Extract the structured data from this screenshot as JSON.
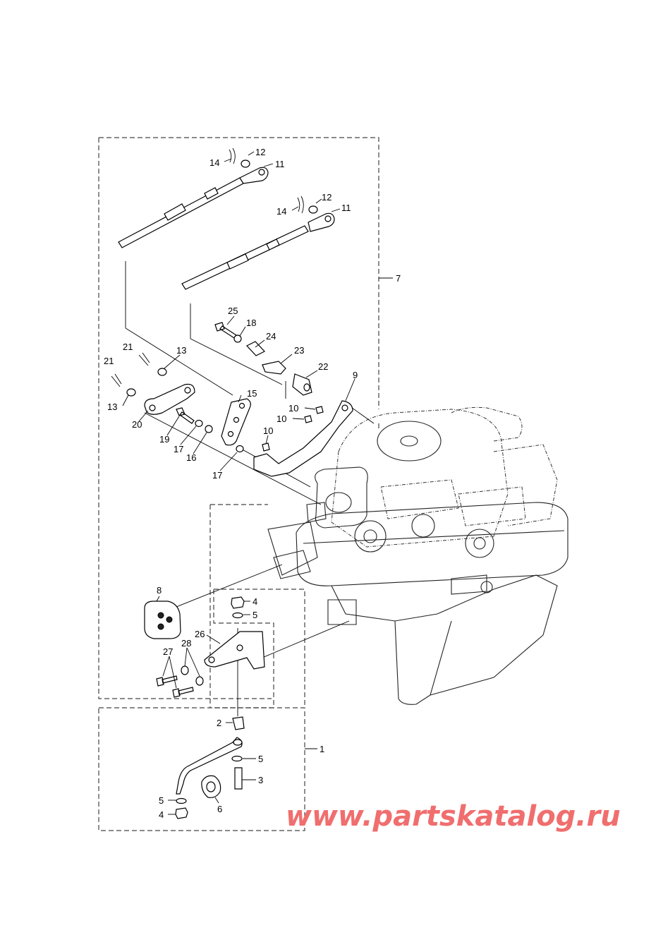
{
  "watermark": "www.partskatalog.ru",
  "watermark_color": "#f06e6e",
  "callouts": {
    "c1": "1",
    "c2": "2",
    "c3": "3",
    "c4a": "4",
    "c4b": "4",
    "c5a": "5",
    "c5b": "5",
    "c5c": "5",
    "c6": "6",
    "c7": "7",
    "c8": "8",
    "c9": "9",
    "c10a": "10",
    "c10b": "10",
    "c10c": "10",
    "c11a": "11",
    "c11b": "11",
    "c12a": "12",
    "c12b": "12",
    "c13a": "13",
    "c13b": "13",
    "c14a": "14",
    "c14b": "14",
    "c15": "15",
    "c16": "16",
    "c17a": "17",
    "c17b": "17",
    "c18": "18",
    "c19": "19",
    "c20": "20",
    "c21a": "21",
    "c21b": "21",
    "c22": "22",
    "c23": "23",
    "c24": "24",
    "c25": "25",
    "c26": "26",
    "c27": "27",
    "c28": "28"
  }
}
